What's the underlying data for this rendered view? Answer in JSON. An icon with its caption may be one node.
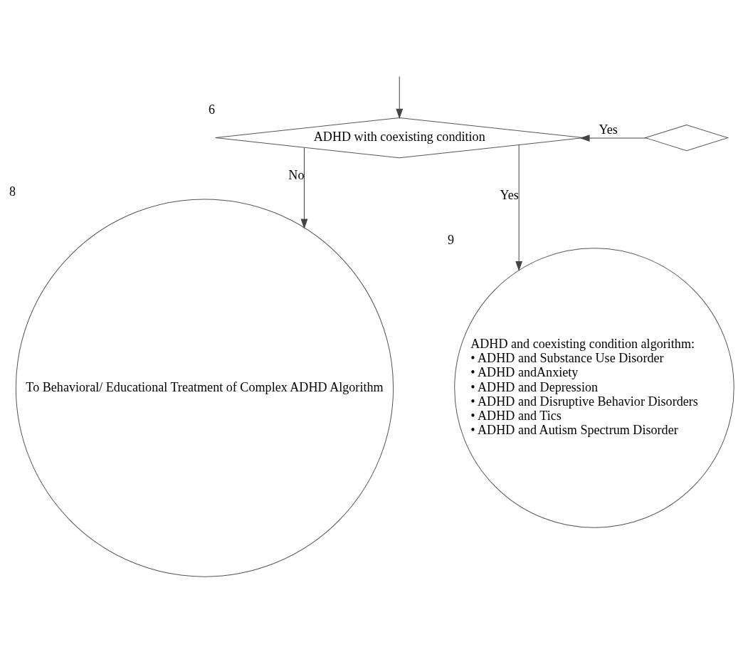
{
  "diagram": {
    "nodes": [
      {
        "text": [
          "ADHD with coexisting condition"
        ],
        "beside": [
          "6"
        ]
      },
      {
        "text": [
          "To Behavioral/ Educational Treatment of Complex ADHD Algorithm"
        ],
        "beside": [
          "8"
        ]
      },
      {
        "text": [
          "ADHD and coexisting condition algorithm:",
          "• ADHD and Substance Use Disorder",
          "• ADHD andAnxiety",
          "• ADHD and Depression",
          "• ADHD and Disruptive Behavior Disorders",
          "• ADHD and Tics",
          "• ADHD and Autism Spectrum Disorder"
        ],
        "beside": [
          "9"
        ]
      },
      {
        "text": [],
        "shape": "diamond"
      }
    ],
    "edges": [
      {
        "from": null,
        "to": 0,
        "arrow": "to"
      },
      {
        "from": 3,
        "to": 0,
        "label": "Yes",
        "arrow": "to"
      },
      {
        "from": 0,
        "to": 1,
        "label": "No",
        "arrow": "to"
      },
      {
        "from": 0,
        "to": 2,
        "label": "Yes",
        "arrow": "to"
      }
    ]
  }
}
